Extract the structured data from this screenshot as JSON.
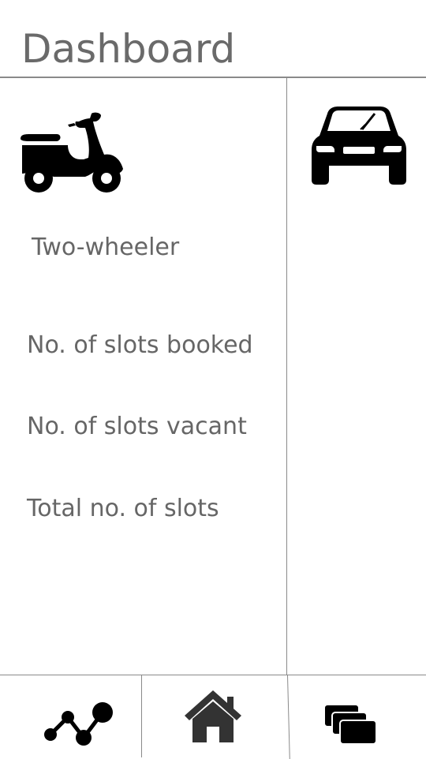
{
  "header": {
    "title": "Dashboard"
  },
  "vehicles": {
    "primary": {
      "icon": "scooter-icon",
      "label": "Two-wheeler"
    },
    "secondary": {
      "icon": "car-icon"
    }
  },
  "stats": {
    "booked_label": "No. of slots booked",
    "vacant_label": "No. of slots vacant",
    "total_label": "Total no. of slots"
  },
  "bottom_nav": [
    {
      "icon": "analytics-icon"
    },
    {
      "icon": "home-icon"
    },
    {
      "icon": "slots-icon"
    }
  ],
  "colors": {
    "text": "#666666",
    "icon": "#000000",
    "home_icon": "#333333",
    "divider": "#8a8a8a",
    "background": "#ffffff"
  }
}
